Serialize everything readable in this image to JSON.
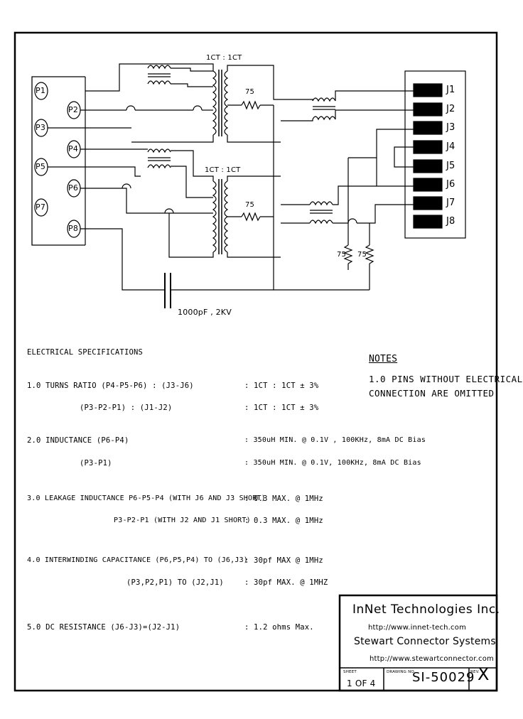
{
  "schematic": {
    "p_pins": [
      "P1",
      "P2",
      "P3",
      "P4",
      "P5",
      "P6",
      "P7",
      "P8"
    ],
    "j_pins": [
      "J1",
      "J2",
      "J3",
      "J4",
      "J5",
      "J6",
      "J7",
      "J8"
    ],
    "turns_label_top": "1CT : 1CT",
    "turns_label_bottom": "1CT : 1CT",
    "resistor_top": "75",
    "resistor_mid": "75",
    "resistor_left_bottom": "75",
    "resistor_right_bottom": "75",
    "capacitor_label": "1000pF , 2KV"
  },
  "specs": {
    "heading": "ELECTRICAL SPECIFICATIONS",
    "rows": [
      {
        "label": "1.0 TURNS RATIO (P4-P5-P6) : (J3-J6)",
        "value": ": 1CT : 1CT ± 3%"
      },
      {
        "label": "(P3-P2-P1) : (J1-J2)",
        "value": ": 1CT : 1CT ± 3%"
      },
      {
        "label": "2.0 INDUCTANCE (P6-P4)",
        "value": ": 350uH MIN. @ 0.1V , 100KHz, 8mA DC Bias"
      },
      {
        "label": "(P3-P1)",
        "value": ": 350uH MIN. @ 0.1V, 100KHz, 8mA DC Bias"
      },
      {
        "label": "3.0 LEAKAGE INDUCTANCE P6-P5-P4 (WITH J6 AND J3 SHORT)",
        "value": ": 0.3 MAX. @ 1MHz"
      },
      {
        "label": "P3-P2-P1 (WITH J2 AND J1 SHORT)",
        "value": ": 0.3 MAX. @ 1MHz"
      },
      {
        "label": "4.0 INTERWINDING CAPACITANCE (P6,P5,P4) TO (J6,J3)",
        "value": ": 30pf MAX @ 1MHz"
      },
      {
        "label": "(P3,P2,P1) TO (J2,J1)",
        "value": ": 30pf MAX. @ 1MHZ"
      },
      {
        "label": "5.0 DC RESISTANCE (J6-J3)=(J2-J1)",
        "value": ": 1.2 ohms Max."
      }
    ]
  },
  "notes": {
    "title": "NOTES",
    "line1": "1.0 PINS WITHOUT ELECTRICAL",
    "line2": "CONNECTION ARE OMITTED"
  },
  "title_block": {
    "company": "InNet Technologies Inc.",
    "company_url": "http://www.innet-tech.com",
    "company2": "Stewart Connector Systems",
    "company2_url": "http://www.stewartconnector.com",
    "sheet_label": "SHEET",
    "sheet_value": "1 OF 4",
    "drawing_label": "DRAWING NO.",
    "drawing_value": "SI-50029",
    "rev_label": "REV.",
    "rev_value": "X"
  }
}
